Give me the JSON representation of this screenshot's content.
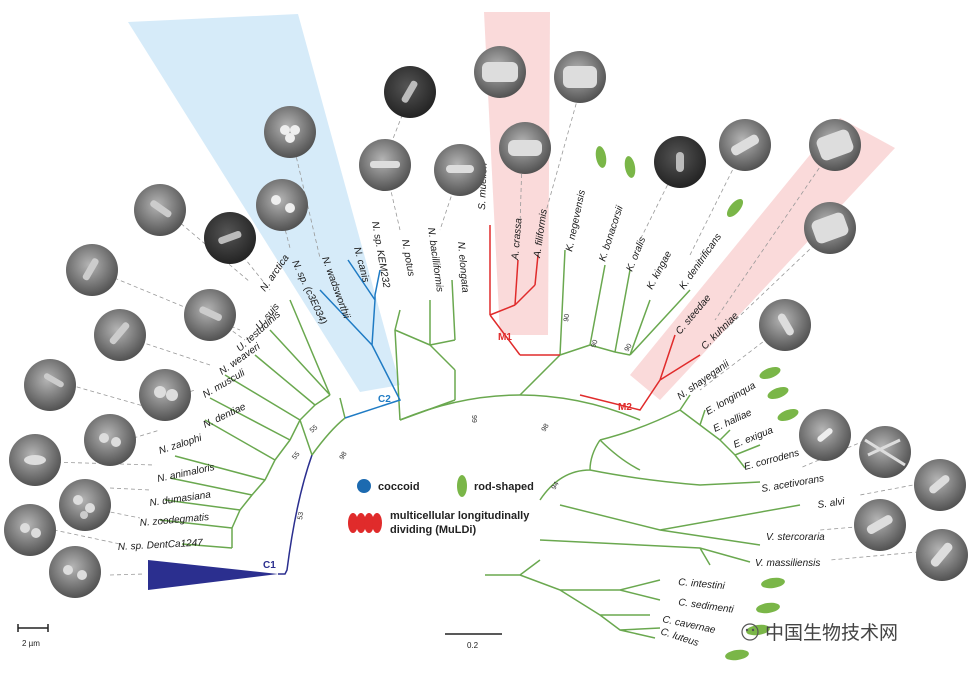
{
  "colors": {
    "green": "#6aa84f",
    "blue": "#1f7bc4",
    "red": "#e02b2b",
    "navy": "#2b2f8f",
    "blueShade": "#cfe8f8",
    "redShade": "#f9d4d4",
    "rod": "#7ab648",
    "coccoid": "#1c6ab0"
  },
  "taxa": {
    "t1": "N. sp. DentCa1247",
    "t2": "N. zoodegmatis",
    "t3": "N. dumasiana",
    "t4": "N. animaloris",
    "t5": "N. zalophi",
    "t6": "N. dentiae",
    "t7": "N. musculi",
    "t8": "N. weaveri",
    "t9": "U. testudinis",
    "t10": "U. suis",
    "t11": "N. arctica",
    "t12": "N. sp. (c3E034)",
    "t13": "N. wadsworthii",
    "t14": "N. canis",
    "t15": "N. sp. KEM232",
    "t16": "N. potus",
    "t17": "N. bacilliformis",
    "t18": "N. elongata",
    "t19": "S. muelleri",
    "t20": "A. crassa",
    "t21": "A. filiformis",
    "t22": "K. negevensis",
    "t23": "K. bonacorsii",
    "t24": "K. oralis",
    "t25": "K. kingae",
    "t26": "K. denitrificans",
    "t27": "C. steedae",
    "t28": "C. kuhniae",
    "t29": "N. shayeganii",
    "t30": "E. longinqua",
    "t31": "E. halliae",
    "t32": "E. exigua",
    "t33": "E. corrodens",
    "t34": "S. acetivorans",
    "t35": "S. alvi",
    "t36": "V. stercoraria",
    "t37": "V. massiliensis",
    "t38": "C. intestini",
    "t39": "C. sedimenti",
    "t40": "C. cavernae",
    "t41": "C. luteus"
  },
  "clades": {
    "c1": "C1",
    "c2": "C2",
    "m1": "M1",
    "m2": "M2"
  },
  "bootstrap": {
    "b1": "55",
    "b2": "55",
    "b3": "98",
    "b4": "53",
    "b5": "99",
    "b6": "98",
    "b7": "94",
    "b8": "90",
    "b9": "90",
    "b10": "90"
  },
  "legend": {
    "coccoid": "coccoid",
    "rod": "rod-shaped",
    "mul_line1": "multicellular longitudinally",
    "mul_line2": "dividing (MuLDi)"
  },
  "scale": {
    "left": "2 µm",
    "right": "0.2"
  },
  "watermark": "中国生物技术网"
}
